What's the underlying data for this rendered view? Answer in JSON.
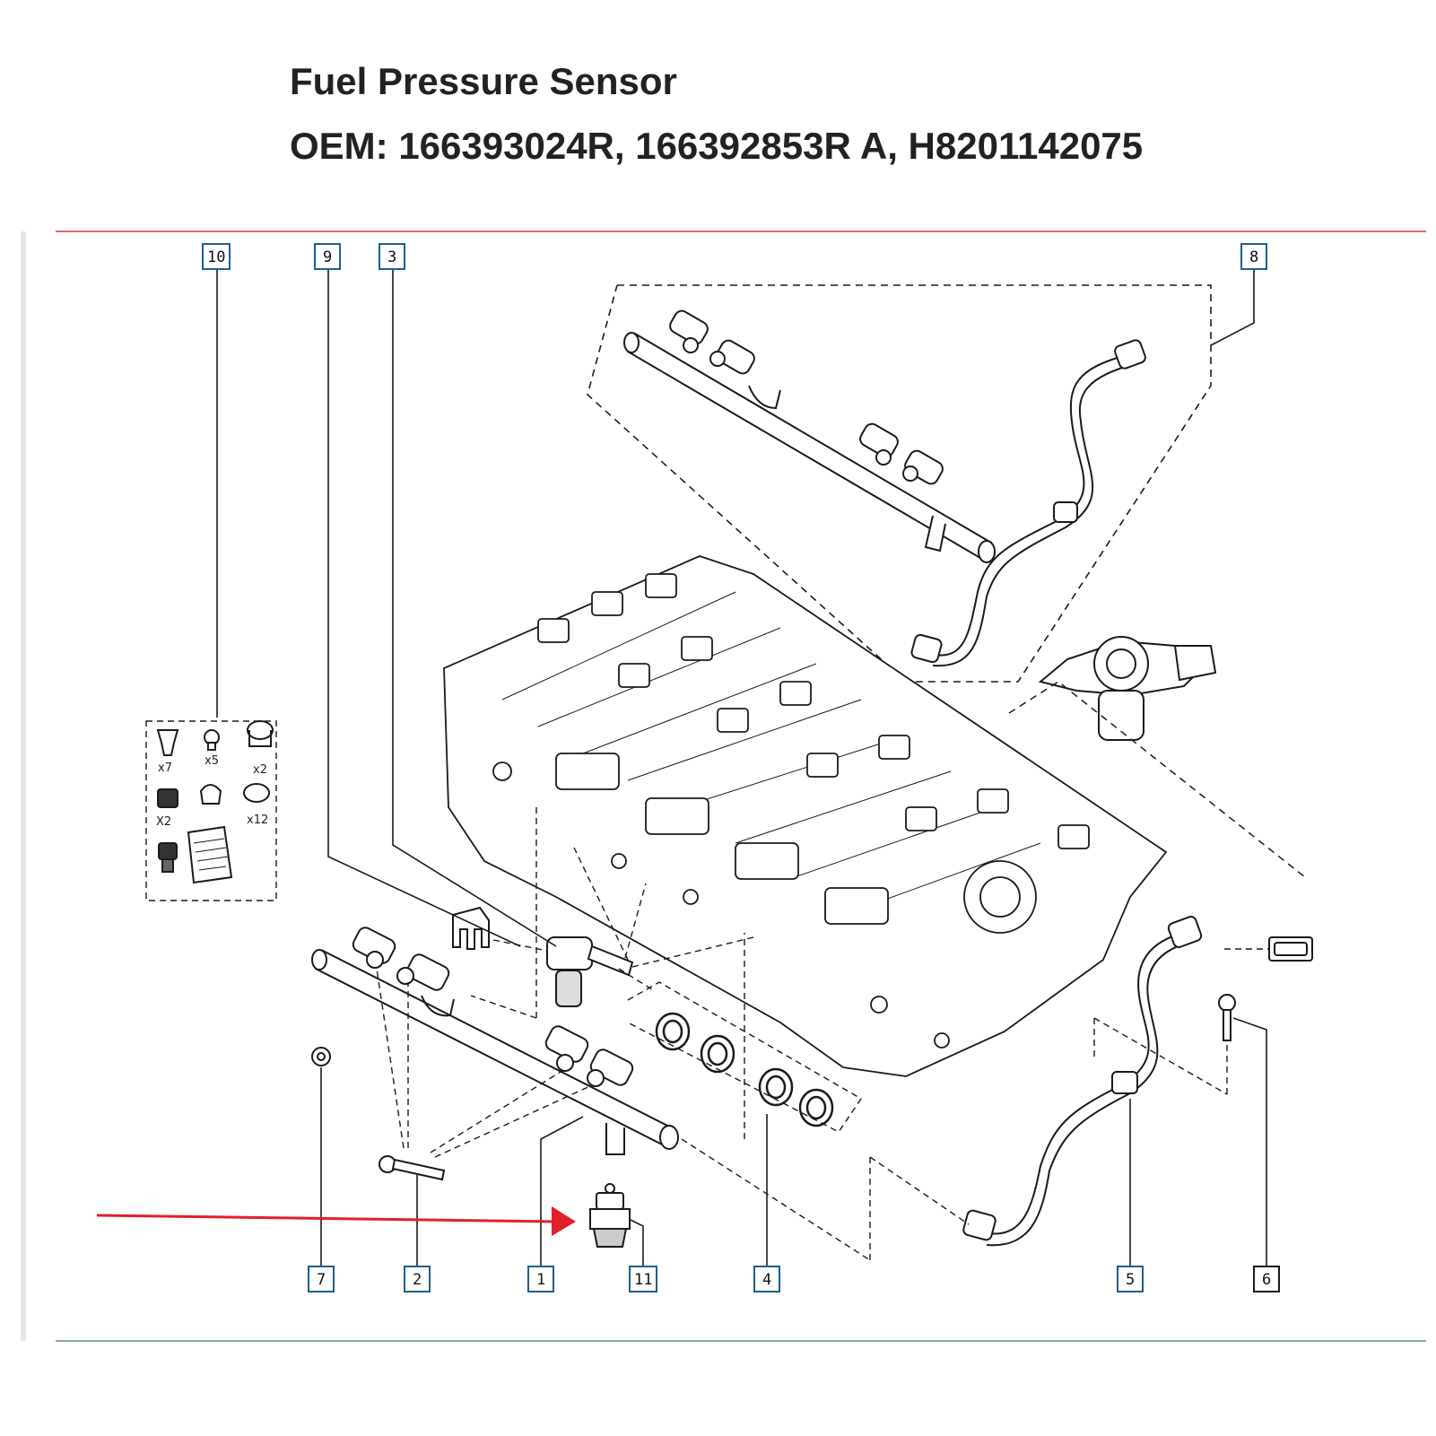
{
  "header": {
    "title": "Fuel Pressure Sensor",
    "oem": "OEM: 166393024R, 166392853R A, H8201142075"
  },
  "callouts": {
    "c1": "1",
    "c2": "2",
    "c3": "3",
    "c4": "4",
    "c5": "5",
    "c6": "6",
    "c7": "7",
    "c8": "8",
    "c9": "9",
    "c10": "10",
    "c11": "11"
  },
  "kit": {
    "q1": "x7",
    "q2": "x5",
    "q3": "x2",
    "q4": "X2",
    "q5": "x12"
  },
  "colors": {
    "frame_top_line": "#d9373a",
    "frame_bottom_line": "#6a8a95",
    "highlight_arrow": "#e0202a",
    "callout_box": "#1f5f8b",
    "drawing": "#1a1a1a"
  }
}
